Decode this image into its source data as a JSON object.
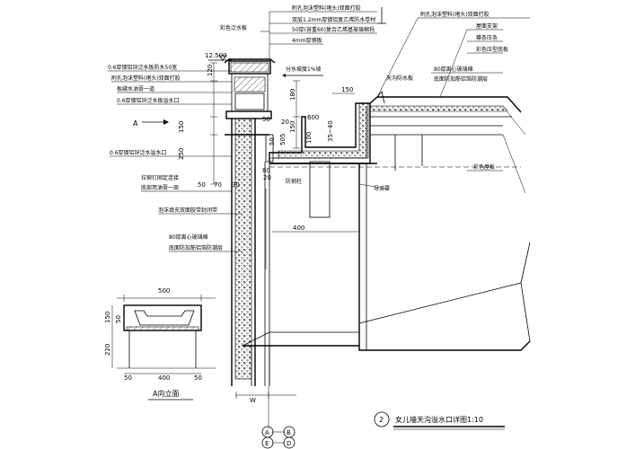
{
  "annotations": {
    "top_1": "附孔泡沫塑料(堵头)双面打胶",
    "top_2": "双层1.2mm厚镀铝复乙烯防水卷材",
    "top_3": "50厚(容重60)复合乙烯基玻璃棉毡",
    "top_4": "4mm厚钢板",
    "top_color_board": "彩色泛水板",
    "left_1": "0.6厚镀铝锌泛水板防水50宽",
    "left_2": "附孔泡沫塑料(堵头)双面打胶",
    "left_3": "板缝水油膏一道",
    "left_4": "0.6厚镀铝锌泛水板溢水口",
    "left_5": "0.6厚镀铝锌泛水溢水口",
    "left_6": "拉铆钉固定连接",
    "left_7": "底部用油膏一周",
    "left_8": "泡沫填充双面胶带封闭带",
    "left_9": "80厚离心玻璃棉",
    "left_10": "底面防加筋铝箔防潮层",
    "mid_1": "分水坡度1%坡",
    "mid_2": "防钢柱",
    "mid_3": "导流罩",
    "right_1": "附孔泡沫塑料(堵头)双面打胶",
    "right_2": "天沟防水板",
    "right_3": "屋面支架",
    "right_4": "檩条压条",
    "right_5": "彩色压型底板",
    "right_6": "80厚离心玻璃棉",
    "right_7": "底面防加筋铝箔防潮层",
    "right_8": "彩色屋板"
  },
  "dimensions": {
    "elev_12500": "12.500",
    "d120": "120",
    "d180": "180",
    "d150a": "150",
    "d600": "600",
    "d20": "20",
    "d505": "505",
    "d50a": "50",
    "d100": "100",
    "d150b": "150",
    "d250": "250",
    "d50b": "50",
    "d70": "70",
    "d30": "30",
    "d400": "400",
    "d80": "80",
    "d20b": "20",
    "d50c": "50",
    "d3540": "35~40",
    "d150c": "150",
    "elev_500": "500",
    "elev_150": "150",
    "elev_50": "50",
    "elev_220": "220",
    "elev_400": "400",
    "elev_50b": "50",
    "elev_50c": "50",
    "w_label": "W"
  },
  "labels": {
    "section_arrow": "A",
    "elevation_title": "A向立面",
    "detail_number": "2",
    "detail_title": "女儿墙天沟溢水口详图1:10",
    "axis_a": "A",
    "axis_b": "B",
    "axis_e": "E",
    "axis_d": "D"
  }
}
